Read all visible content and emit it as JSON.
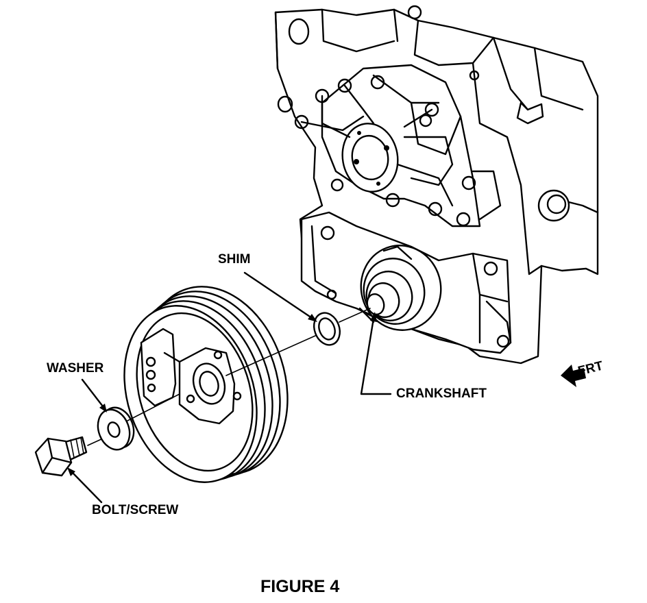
{
  "figure": {
    "caption": "FIGURE 4",
    "labels": {
      "shim": "SHIM",
      "washer": "WASHER",
      "crankshaft": "CRANKSHAFT",
      "bolt": "BOLT/SCREW",
      "front": "FRT"
    }
  }
}
